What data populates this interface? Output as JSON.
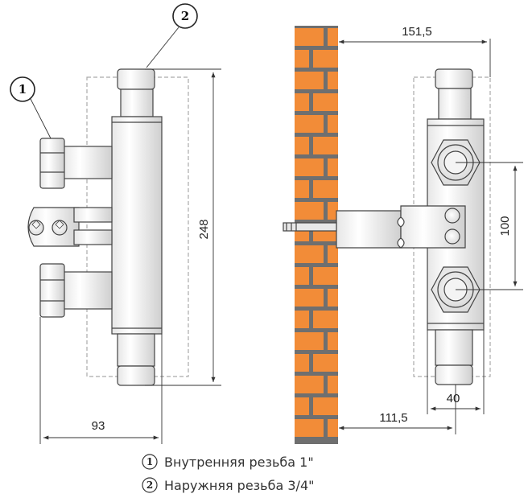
{
  "callouts": {
    "one": "1",
    "two": "2"
  },
  "dimensions": {
    "left_height": "248",
    "left_width": "93",
    "wall_top": "151,5",
    "wall_bottom": "111,5",
    "spacing": "100",
    "depth": "40"
  },
  "legend": [
    {
      "num": "1",
      "text": "Внутренняя резьба 1\""
    },
    {
      "num": "2",
      "text": "Наружняя резьба 3/4\""
    }
  ],
  "colors": {
    "brick": "#f28c38",
    "mortar": "#6f6f6f",
    "outline": "#444444",
    "dashed_box": "#aaaaaa"
  }
}
